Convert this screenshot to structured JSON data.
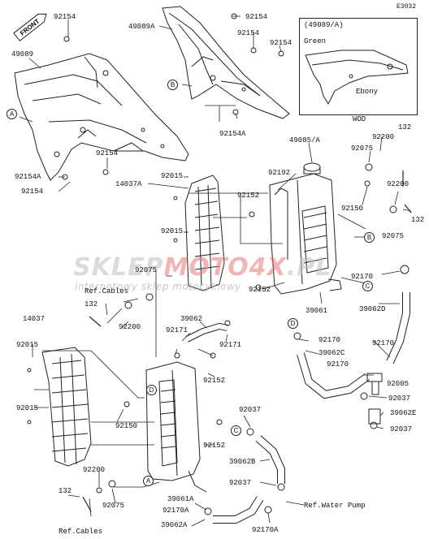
{
  "diagram_code": "E3032",
  "front_label": "FRONT",
  "watermark": {
    "brand_a": "SKLEP",
    "brand_b": "MOTO",
    "brand_c": "4X",
    "brand_d": ".PL",
    "tagline": "internetowy sklep motocyklowy"
  },
  "inset": {
    "code": "(49089/A)",
    "green": "Green",
    "ebony": "Ebony",
    "caption": "WOD"
  },
  "labels": {
    "p92154_a": "92154",
    "p49089": "49089",
    "p92154_b": "92154",
    "p92154A_a": "92154A",
    "p92154_c": "92154",
    "p49089A": "49089A",
    "p92154_d": "92154",
    "p92154_e": "92154",
    "p92154_f": "92154",
    "p92154A_b": "92154A",
    "p49085A": "49085/A",
    "p132_a": "132",
    "p92200_a": "92200",
    "p92075_a": "92075",
    "p92192": "92192",
    "p14037A": "14037A",
    "p92015_a": "92015",
    "p92015_b": "92015",
    "p92152_a": "92152",
    "p92150_a": "92150",
    "p92200_b": "92200",
    "p132_b": "132",
    "p92075_b": "92075",
    "p92075_c": "92075",
    "p92170_a": "92170",
    "p92152_b": "92152",
    "p39061": "39061",
    "p39062D": "39062D",
    "refcables_a": "Ref.Cables",
    "p132_c": "132",
    "p92200_c": "92200",
    "p14037": "14037",
    "p39062": "39062",
    "p92171_a": "92171",
    "p92171_b": "92171",
    "p92015_c": "92015",
    "p92015_d": "92015",
    "p92152_c": "92152",
    "p92150_b": "92150",
    "p92170_b": "92170",
    "p39062C": "39062C",
    "p92170_c": "92170",
    "p92170_d": "92170",
    "p92005": "92005",
    "p92037_a": "92037",
    "p39062E": "39062E",
    "p92037_b": "92037",
    "p92152_d": "92152",
    "p92037_c": "92037",
    "p39062B": "39062B",
    "p92037_d": "92037",
    "refwater": "Ref.Water Pump",
    "p92200_d": "92200",
    "p132_d": "132",
    "p92075_d": "92075",
    "refcables_b": "Ref.Cables",
    "p39061A": "39061A",
    "p92170A_a": "92170A",
    "p39062A": "39062A",
    "p92170A_b": "92170A"
  },
  "callouts": {
    "a1": "A",
    "a2": "A",
    "b1": "B",
    "b2": "B",
    "c1": "C",
    "c2": "C",
    "d1": "D",
    "d2": "D"
  }
}
